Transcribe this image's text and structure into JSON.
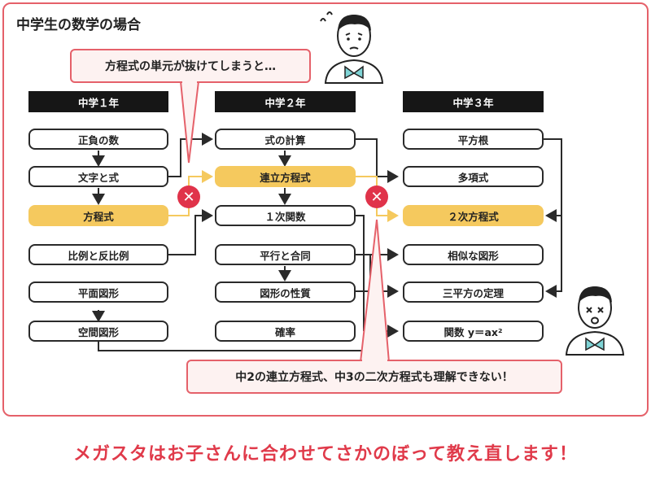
{
  "title": "中学生の数学の場合",
  "headers": {
    "grade1": "中学１年",
    "grade2": "中学２年",
    "grade3": "中学３年"
  },
  "grade1": [
    "正負の数",
    "文字と式",
    "方程式",
    "比例と反比例",
    "平面図形",
    "空間図形"
  ],
  "grade2": [
    "式の計算",
    "連立方程式",
    "１次関数",
    "平行と合同",
    "図形の性質",
    "確率"
  ],
  "grade3": [
    "平方根",
    "多項式",
    "２次方程式",
    "相似な図形",
    "三平方の定理",
    "関数 y＝ax²"
  ],
  "callout_top": "方程式の単元が抜けてしまうと…",
  "callout_bottom": "中2の連立方程式、中3の二次方程式も理解できない！",
  "banner": "メガスタはお子さんに合わせてさかのぼって教え直します！",
  "colors": {
    "accent": "#e5616a",
    "highlight": "#f5c95e",
    "error": "#e0334a",
    "text": "#222222"
  },
  "icons": [
    "worried-student-icon",
    "dizzy-student-icon",
    "cross-mark-icon"
  ]
}
